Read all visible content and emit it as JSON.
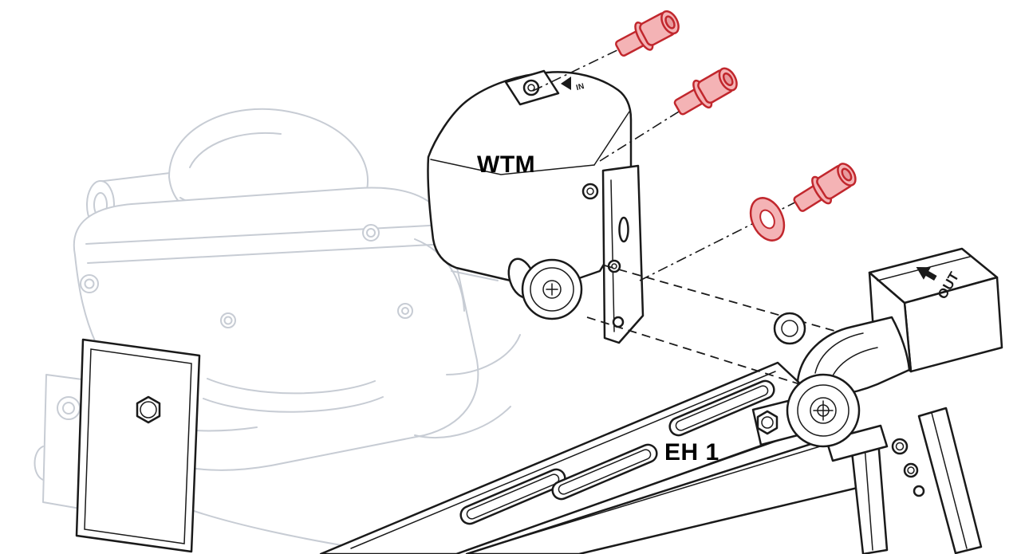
{
  "diagram": {
    "labels": {
      "module": "WTM",
      "bracket": "EH 1",
      "flow_out": "OUT",
      "flow_in": "IN"
    },
    "colors": {
      "line": "#1a1a1a",
      "ghost": "#c7ccd4",
      "highlight_stroke": "#c1272d",
      "highlight_fill": "#f4b3b5",
      "background": "#ffffff"
    },
    "parts": [
      {
        "name": "pump-assembly",
        "style": "ghosted-reference"
      },
      {
        "name": "wtm-module",
        "style": "solid-outline"
      },
      {
        "name": "mounting-screw",
        "count": 3,
        "style": "red-highlight"
      },
      {
        "name": "washer",
        "count": 1,
        "style": "red-highlight"
      },
      {
        "name": "eh1-mounting-bracket",
        "style": "solid-outline"
      },
      {
        "name": "valve-assembly",
        "style": "solid-outline"
      }
    ]
  }
}
